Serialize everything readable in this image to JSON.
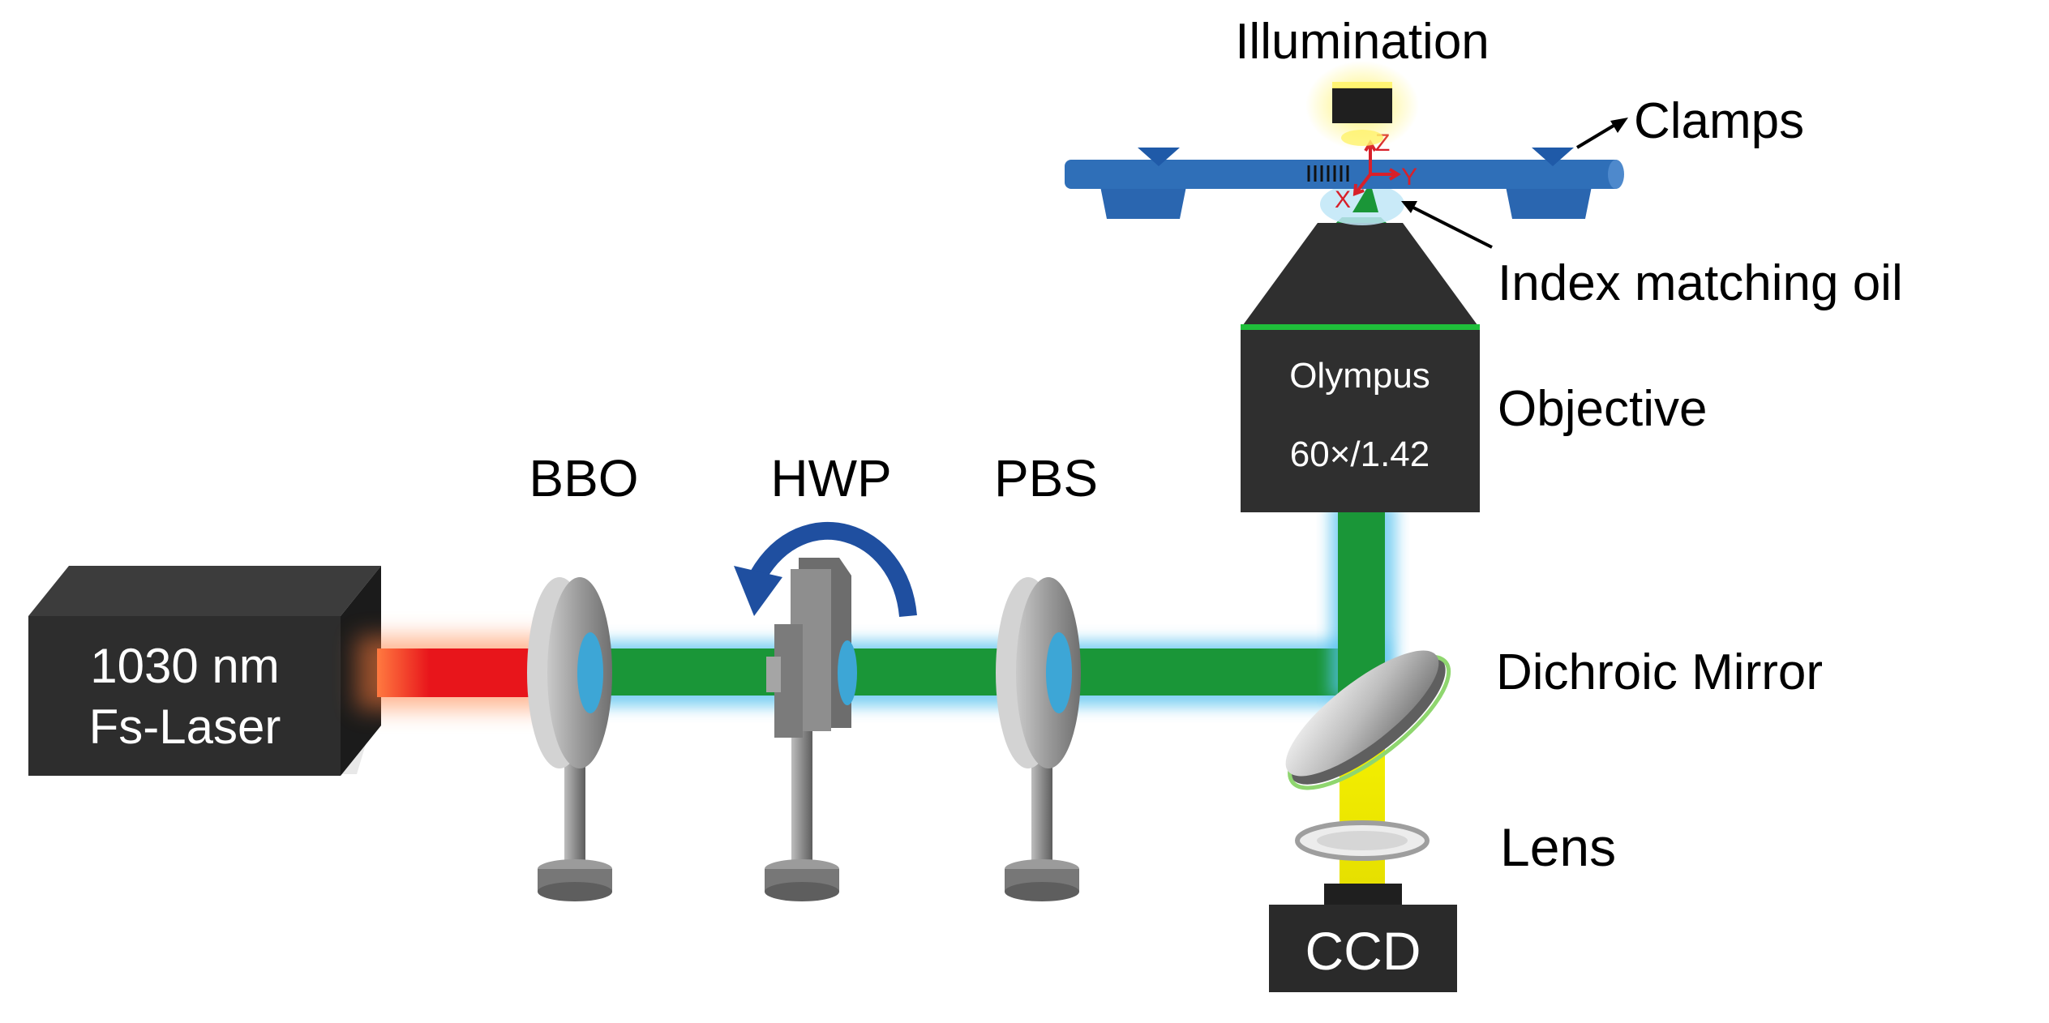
{
  "labels": {
    "illumination": "Illumination",
    "clamps": "Clamps",
    "index_oil": "Index matching oil",
    "objective": "Objective",
    "bbo": "BBO",
    "hwp": "HWP",
    "pbs": "PBS",
    "dichroic": "Dichroic Mirror",
    "lens": "Lens"
  },
  "laser": {
    "line1": "1030 nm",
    "line2": "Fs-Laser"
  },
  "objective_box": {
    "brand": "Olympus",
    "spec": "60×/1.42"
  },
  "ccd": {
    "label": "CCD"
  },
  "axes": {
    "x": "X",
    "y": "Y",
    "z": "Z"
  },
  "colors": {
    "ir_beam": "#e8151b",
    "green_beam": "#1a9638",
    "blue_glow": "#56c2ef",
    "yellow_beam": "#f2ee00",
    "stage_blue": "#2f6fb8",
    "box_dark": "#2b2b2b",
    "rotation_arrow": "#1f4fa0"
  },
  "icons": [
    "rotation-arrow-icon",
    "clamp-icon",
    "coordinate-axes-icon"
  ]
}
